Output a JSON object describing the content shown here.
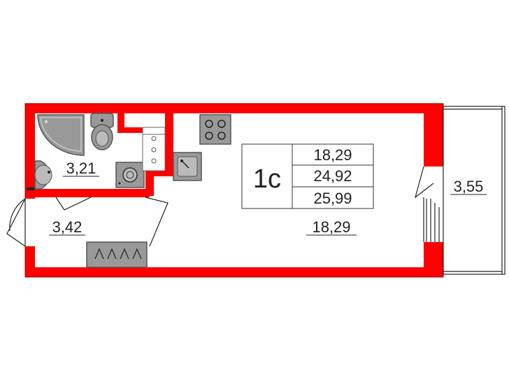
{
  "plan": {
    "apartment_type": "1с",
    "areas": {
      "living": "18,29",
      "total": "24,92",
      "total_with_balcony": "25,99"
    },
    "rooms": {
      "bathroom": "3,21",
      "hallway": "3,42",
      "main_room": "18,29",
      "balcony": "3,55"
    }
  },
  "colors": {
    "wall": "#ff0000",
    "fixture_fill": "#999999",
    "fixture_stroke": "#555555",
    "text": "#222222"
  }
}
